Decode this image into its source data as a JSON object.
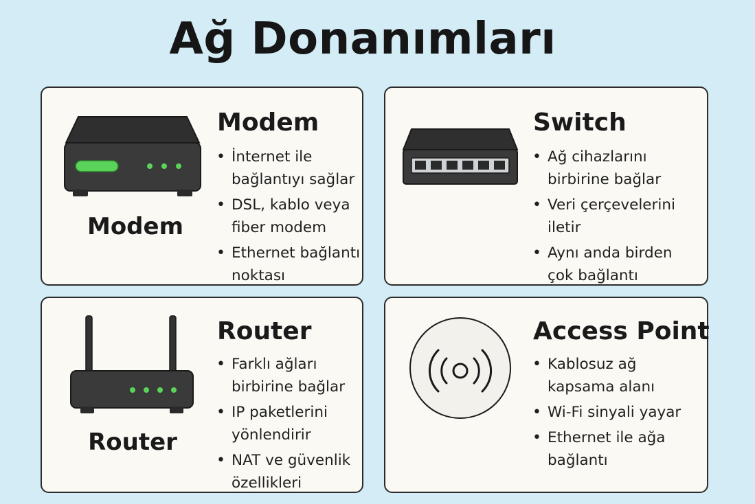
{
  "page": {
    "title": "Ağ Donanımları"
  },
  "cards": {
    "modem": {
      "title": "Modem",
      "device_label": "Modem",
      "bullets": [
        {
          "line1": "İnternet ile",
          "line2": "bağlantıyı sağlar"
        },
        {
          "line1": "DSL, kablo veya",
          "line2": "fiber modem"
        },
        {
          "line1": "Ethernet bağlantı",
          "line2": "noktası"
        }
      ]
    },
    "switch": {
      "title": "Switch",
      "bullets": [
        {
          "line1": "Ağ cihazlarını",
          "line2": "birbirine bağlar"
        },
        {
          "line1": "Veri çerçevelerini iletir",
          "line2": ""
        },
        {
          "line1": "Aynı anda birden",
          "line2": "çok bağlantı"
        }
      ]
    },
    "router": {
      "title": "Router",
      "device_label": "Router",
      "bullets": [
        {
          "line1": "Farklı ağları",
          "line2": "birbirine bağlar"
        },
        {
          "line1": "IP paketlerini",
          "line2": "yönlendirir"
        },
        {
          "line1": "NAT ve güvenlik",
          "line2": "özellikleri"
        }
      ]
    },
    "access_point": {
      "title": "Access Point",
      "bullets": [
        {
          "line1": "Kablosuz ağ",
          "line2": "kapsama alanı"
        },
        {
          "line1": "Wi-Fi sinyali yayar",
          "line2": ""
        },
        {
          "line1": "Ethernet ile ağa",
          "line2": "bağlantı"
        }
      ]
    }
  },
  "colors": {
    "background": "#d3ecf6",
    "card": "#faf9f4",
    "device_body": "#3a3a3a",
    "led_green": "#5ad35a"
  },
  "icons": {
    "modem": "modem-icon",
    "switch": "network-switch-icon",
    "router": "router-icon",
    "access_point": "access-point-icon"
  }
}
